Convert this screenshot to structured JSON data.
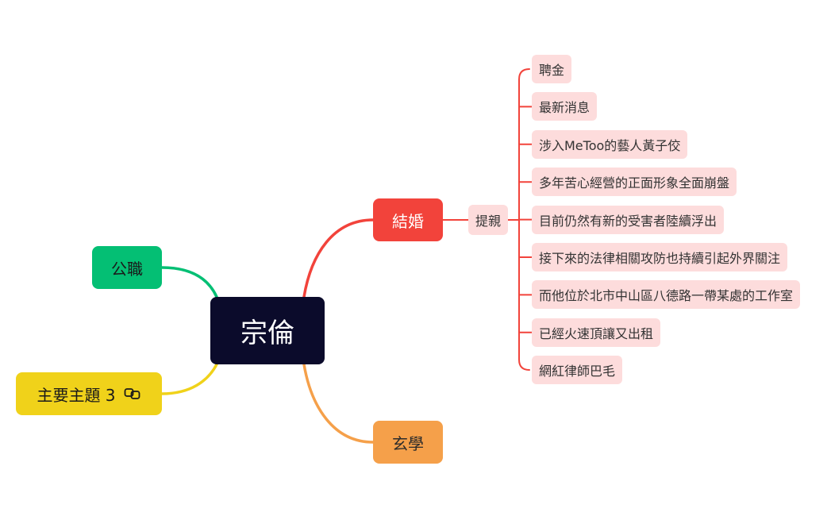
{
  "mindmap": {
    "central": {
      "label": "宗倫"
    },
    "topics": {
      "marriage": {
        "label": "結婚",
        "color": "#f2433b"
      },
      "xuanxue": {
        "label": "玄學",
        "color": "#f5a04a"
      },
      "gongzhi": {
        "label": "公職",
        "color": "#04bf74"
      },
      "main3": {
        "label": "主要主題 3",
        "color": "#f0d21a",
        "icon": "link-icon"
      }
    },
    "subtopic": {
      "label": "提親"
    },
    "leaves": [
      "聘金",
      "最新消息",
      "涉入MeToo的藝人黃子佼",
      "多年苦心經營的正面形象全面崩盤",
      "目前仍然有新的受害者陸續浮出",
      "接下來的法律相關攻防也持續引起外界關注",
      "而他位於北市中山區八德路一帶某處的工作室",
      "已經火速頂讓又出租",
      "網紅律師巴毛"
    ]
  }
}
